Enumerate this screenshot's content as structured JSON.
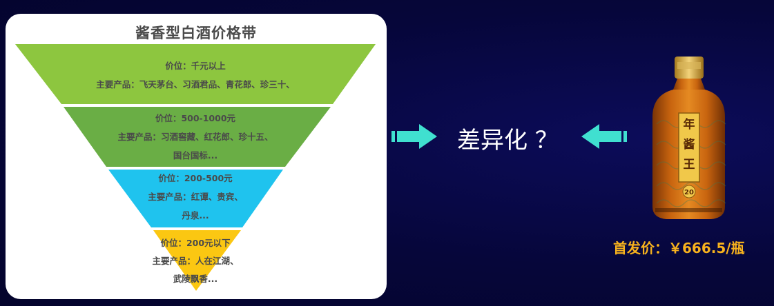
{
  "diagram": {
    "title": "酱香型白酒价格带",
    "tiers": [
      {
        "color": "#8dc63f",
        "lines": [
          "价位：千元以上",
          "主要产品：飞天茅台、习酒君品、青花郎、珍三十、"
        ]
      },
      {
        "color": "#6aae45",
        "lines": [
          "价位：500-1000元",
          "主要产品：习酒窖藏、红花郎、珍十五、",
          "国台国标..."
        ]
      },
      {
        "color": "#1fc3ee",
        "lines": [
          "价位：200-500元",
          "主要产品：红谭、贵宾、",
          "丹泉..."
        ]
      },
      {
        "color": "#fbc712",
        "lines": [
          "价位：200元以下",
          "主要产品：人在江湖、",
          "武陵飘香..."
        ]
      }
    ]
  },
  "comparison": {
    "question_text": "差异化 ？",
    "arrow_color": "#40e0d0"
  },
  "product": {
    "bottle_label": "年酱王",
    "bottle_age": "20",
    "price_text": "首发价：￥666.5/瓶"
  }
}
